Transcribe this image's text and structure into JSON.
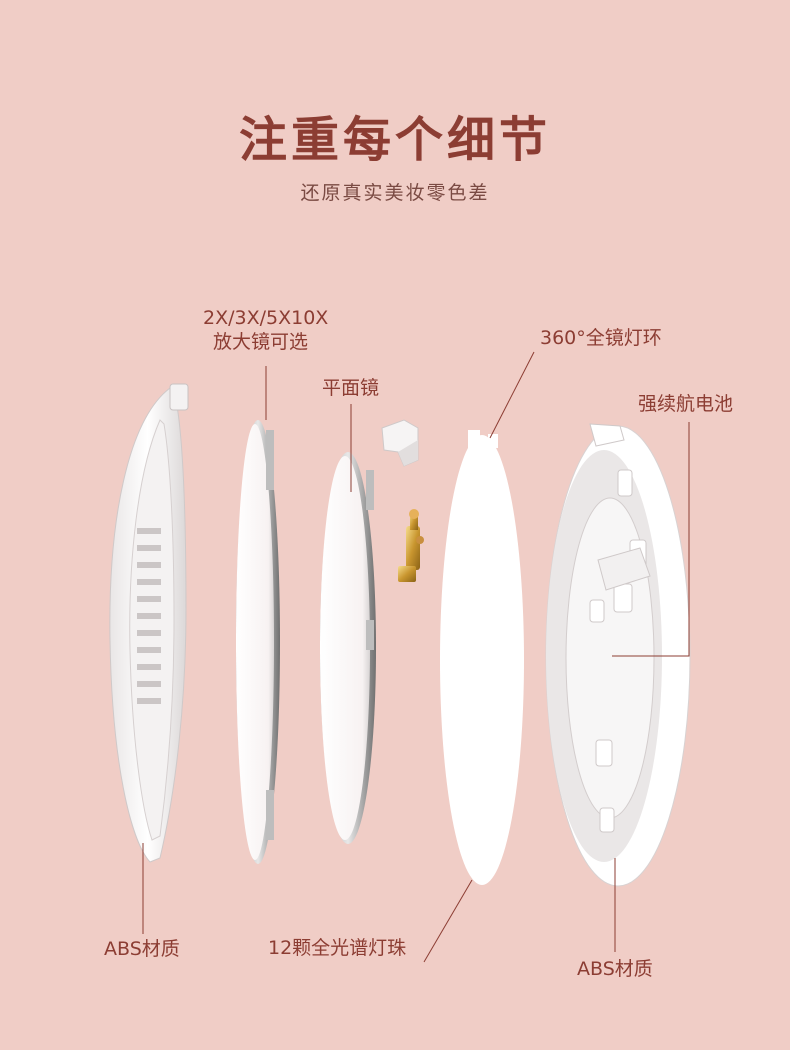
{
  "header": {
    "title": "注重每个细节",
    "subtitle": "还原真实美妆零色差"
  },
  "callouts": {
    "magnification_line1": "2X/3X/5X10X",
    "magnification_line2": "放大镜可选",
    "flat_mirror": "平面镜",
    "light_ring": "360°全镜灯环",
    "battery": "强续航电池",
    "abs_left": "ABS材质",
    "led_beads": "12颗全光谱灯珠",
    "abs_right": "ABS材质"
  },
  "colors": {
    "background": "#f0cdc6",
    "accent_text": "#8c3d33",
    "leader_line": "#8c3d33",
    "part_white": "#ffffff",
    "part_shadow": "#d9d3d2"
  }
}
